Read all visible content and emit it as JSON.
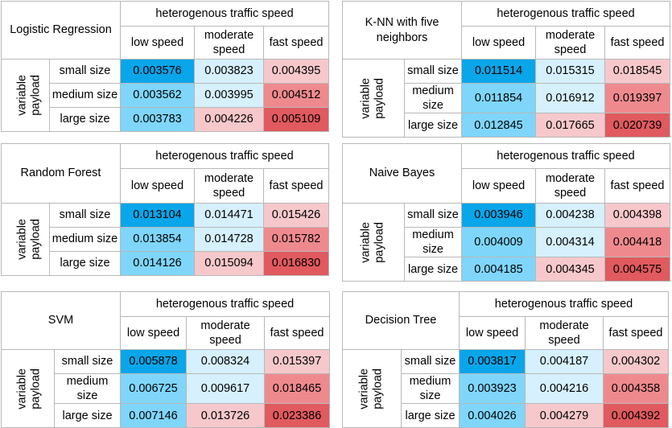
{
  "colors": {
    "low": "#0aa6ea",
    "mid_low": "#7fd6fa",
    "light_blue": "#d6f0fd",
    "light_red": "#f6c8cb",
    "mid_red": "#ee8a8e",
    "high": "#e05a5f"
  },
  "chart_data": [
    {
      "type": "table",
      "model": "Logistic Regression",
      "column_group": "heterogenous traffic speed",
      "columns": [
        "low speed",
        "moderate speed",
        "fast speed"
      ],
      "row_group": "variable payload",
      "rows": [
        "small size",
        "medium size",
        "large size"
      ],
      "values": [
        [
          "0.003576",
          "0.003823",
          "0.004395"
        ],
        [
          "0.003562",
          "0.003995",
          "0.004512"
        ],
        [
          "0.003783",
          "0.004226",
          "0.005109"
        ]
      ],
      "colors": [
        [
          "#0aa6ea",
          "#d6f0fd",
          "#f6c8cb"
        ],
        [
          "#7fd6fa",
          "#d6f0fd",
          "#ee8a8e"
        ],
        [
          "#7fd6fa",
          "#f6c8cb",
          "#e05a5f"
        ]
      ]
    },
    {
      "type": "table",
      "model": "K-NN with five neighbors",
      "column_group": "heterogenous traffic speed",
      "columns": [
        "low speed",
        "moderate speed",
        "fast speed"
      ],
      "row_group": "variable payload",
      "rows": [
        "small size",
        "medium size",
        "large size"
      ],
      "values": [
        [
          "0.011514",
          "0.015315",
          "0.018545"
        ],
        [
          "0.011854",
          "0.016912",
          "0.019397"
        ],
        [
          "0.012845",
          "0.017665",
          "0.020739"
        ]
      ],
      "colors": [
        [
          "#0aa6ea",
          "#d6f0fd",
          "#f6c8cb"
        ],
        [
          "#7fd6fa",
          "#d6f0fd",
          "#ee8a8e"
        ],
        [
          "#7fd6fa",
          "#f6c8cb",
          "#e05a5f"
        ]
      ]
    },
    {
      "type": "table",
      "model": "Random Forest",
      "column_group": "heterogenous traffic speed",
      "columns": [
        "low speed",
        "moderate speed",
        "fast speed"
      ],
      "row_group": "variable payload",
      "rows": [
        "small size",
        "medium size",
        "large size"
      ],
      "values": [
        [
          "0.013104",
          "0.014471",
          "0.015426"
        ],
        [
          "0.013854",
          "0.014728",
          "0.015782"
        ],
        [
          "0.014126",
          "0.015094",
          "0.016830"
        ]
      ],
      "colors": [
        [
          "#0aa6ea",
          "#d6f0fd",
          "#f6c8cb"
        ],
        [
          "#7fd6fa",
          "#d6f0fd",
          "#ee8a8e"
        ],
        [
          "#7fd6fa",
          "#f6c8cb",
          "#e05a5f"
        ]
      ]
    },
    {
      "type": "table",
      "model": "Naive Bayes",
      "column_group": "heterogenous traffic speed",
      "columns": [
        "low speed",
        "moderate speed",
        "fast speed"
      ],
      "row_group": "variable payload",
      "rows": [
        "small size",
        "medium size",
        "large size"
      ],
      "values": [
        [
          "0.003946",
          "0.004238",
          "0.004398"
        ],
        [
          "0.004009",
          "0.004314",
          "0.004418"
        ],
        [
          "0.004185",
          "0.004345",
          "0.004575"
        ]
      ],
      "colors": [
        [
          "#0aa6ea",
          "#d6f0fd",
          "#f6c8cb"
        ],
        [
          "#7fd6fa",
          "#d6f0fd",
          "#ee8a8e"
        ],
        [
          "#7fd6fa",
          "#f6c8cb",
          "#e05a5f"
        ]
      ]
    },
    {
      "type": "table",
      "model": "SVM",
      "column_group": "heterogenous traffic speed",
      "columns": [
        "low speed",
        "moderate speed",
        "fast speed"
      ],
      "row_group": "variable payload",
      "rows": [
        "small size",
        "medium size",
        "large size"
      ],
      "values": [
        [
          "0.005878",
          "0.008324",
          "0.015397"
        ],
        [
          "0.006725",
          "0.009617",
          "0.018465"
        ],
        [
          "0.007146",
          "0.013726",
          "0.023386"
        ]
      ],
      "colors": [
        [
          "#0aa6ea",
          "#d6f0fd",
          "#f6c8cb"
        ],
        [
          "#7fd6fa",
          "#d6f0fd",
          "#ee8a8e"
        ],
        [
          "#7fd6fa",
          "#f6c8cb",
          "#e05a5f"
        ]
      ]
    },
    {
      "type": "table",
      "model": "Decision Tree",
      "column_group": "heterogenous traffic speed",
      "columns": [
        "low speed",
        "moderate speed",
        "fast speed"
      ],
      "row_group": "variable payload",
      "rows": [
        "small size",
        "medium size",
        "large size"
      ],
      "values": [
        [
          "0.003817",
          "0.004187",
          "0.004302"
        ],
        [
          "0.003923",
          "0.004216",
          "0.004358"
        ],
        [
          "0.004026",
          "0.004279",
          "0.004392"
        ]
      ],
      "colors": [
        [
          "#0aa6ea",
          "#d6f0fd",
          "#f6c8cb"
        ],
        [
          "#7fd6fa",
          "#d6f0fd",
          "#ee8a8e"
        ],
        [
          "#7fd6fa",
          "#f6c8cb",
          "#e05a5f"
        ]
      ]
    }
  ]
}
